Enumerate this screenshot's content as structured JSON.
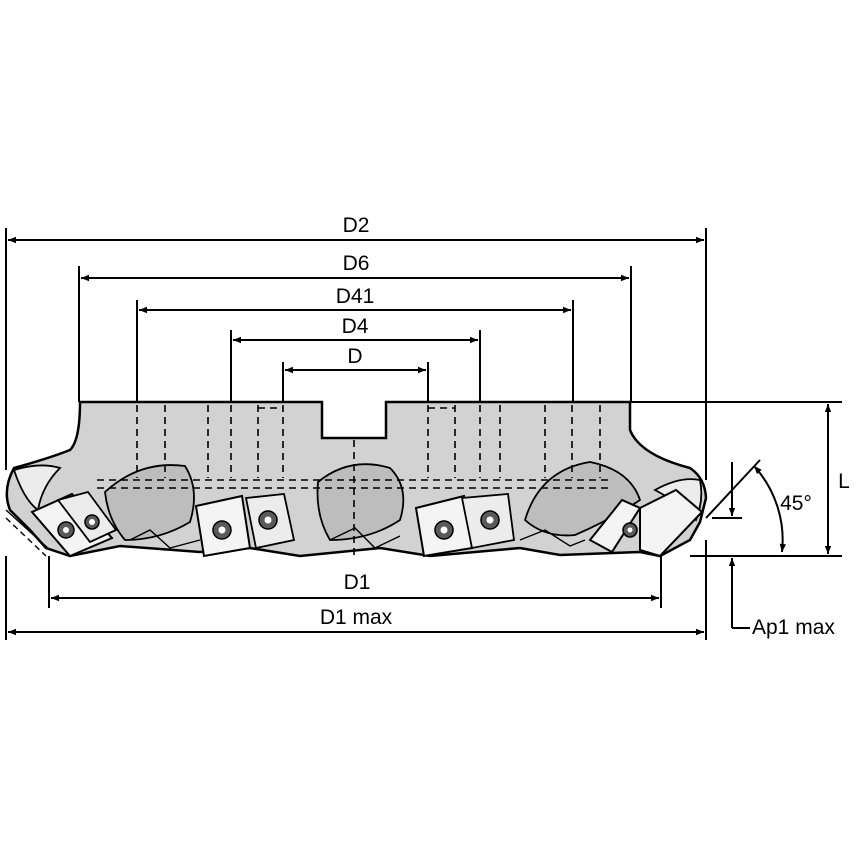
{
  "labels": {
    "d2": "D2",
    "d6": "D6",
    "d41": "D41",
    "d4": "D4",
    "d": "D",
    "l": "L",
    "angle": "45°",
    "d1": "D1",
    "d1max": "D1 max",
    "ap1max": "Ap1 max"
  },
  "colors": {
    "body": "#d2d2d2",
    "line": "#000000"
  }
}
